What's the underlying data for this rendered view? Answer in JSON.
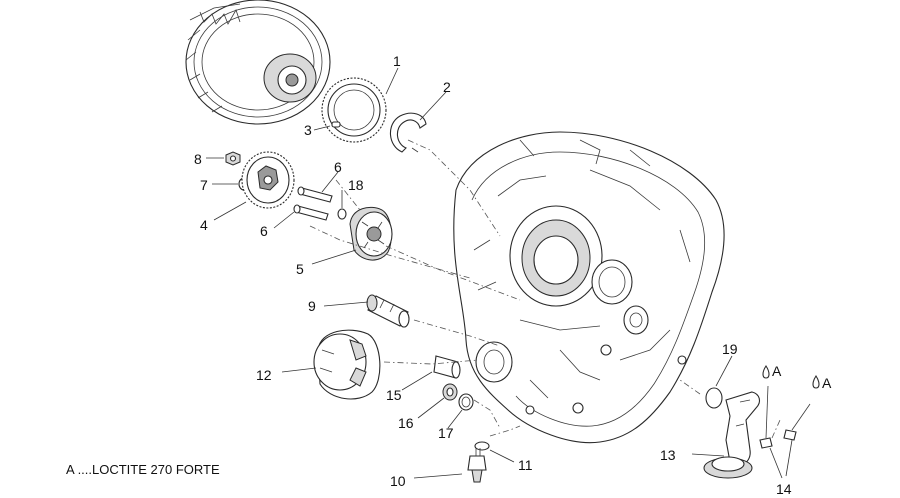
{
  "labels": [
    "1",
    "2",
    "3",
    "4",
    "5",
    "6",
    "6",
    "7",
    "8",
    "9",
    "10",
    "11",
    "12",
    "13",
    "14",
    "14",
    "15",
    "16",
    "17",
    "18",
    "19",
    "A",
    "A"
  ],
  "note": "A ....LOCTITE 270 FORTE"
}
